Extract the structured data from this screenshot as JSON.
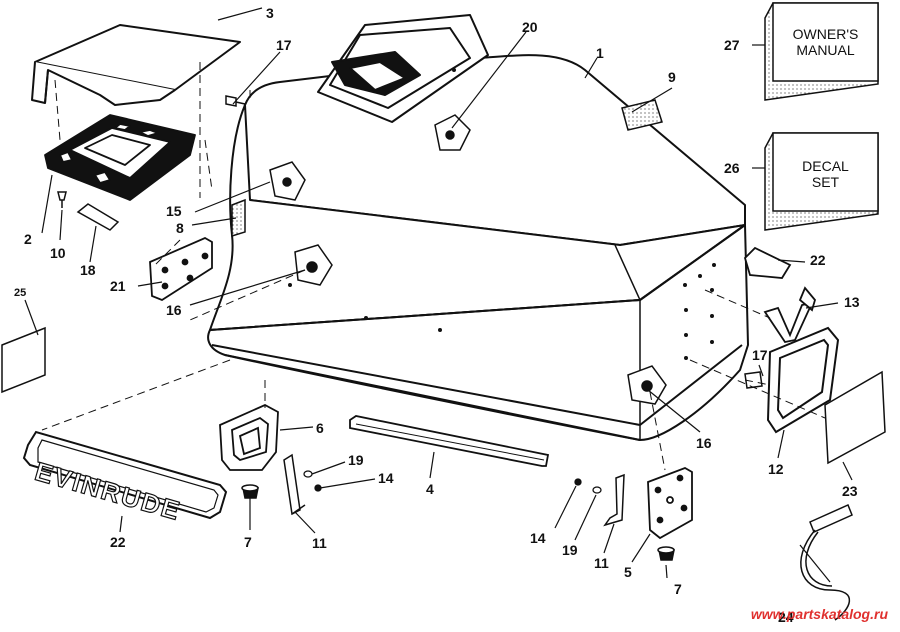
{
  "callouts": {
    "c1": "1",
    "c2": "2",
    "c3": "3",
    "c4": "4",
    "c5": "5",
    "c6": "6",
    "c7a": "7",
    "c7b": "7",
    "c8": "8",
    "c9": "9",
    "c10": "10",
    "c11a": "11",
    "c11b": "11",
    "c12": "12",
    "c13": "13",
    "c14a": "14",
    "c14b": "14",
    "c15": "15",
    "c16a": "16",
    "c16b": "16",
    "c17a": "17",
    "c17b": "17",
    "c18": "18",
    "c19a": "19",
    "c19b": "19",
    "c20": "20",
    "c21": "21",
    "c22a": "22",
    "c22b": "22",
    "c23": "23",
    "c24": "24",
    "c25": "25",
    "c26": "26",
    "c27": "27"
  },
  "owners_manual": {
    "line1": "OWNER'S",
    "line2": "MANUAL"
  },
  "decal_set": {
    "line1": "DECAL",
    "line2": "SET"
  },
  "evinrude_emblem": "EVINRUDE",
  "v4_emblem": "V4",
  "watermark": "www.partskatalog.ru"
}
